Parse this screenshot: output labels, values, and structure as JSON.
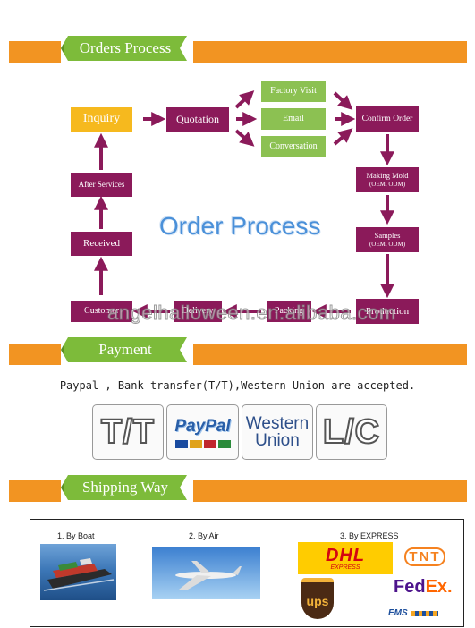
{
  "sections": {
    "orders": "Orders Process",
    "payment": "Payment",
    "shipping": "Shipping Way"
  },
  "flow": {
    "inquiry": "Inquiry",
    "quotation": "Quotation",
    "factory_visit": "Factory Visit",
    "email": "Email",
    "conversation": "Conversation",
    "confirm_order": "Confirm Order",
    "making_mold": "Making Mold",
    "making_mold_sub": "(OEM, ODM)",
    "samples": "Samples",
    "samples_sub": "(OEM, ODM)",
    "production": "Production",
    "packing": "Packing",
    "delivery": "Delivery",
    "customer": "Customer",
    "received": "Received",
    "after_services": "After Services",
    "title": "Order Process"
  },
  "watermark": "angelhalloween.en.alibaba.com",
  "payment": {
    "text": "Paypal , Bank transfer(T/T),Western Union are accepted.",
    "tt": "T/T",
    "paypal": "PayPal",
    "western_union_1": "Western",
    "western_union_2": "Union",
    "lc": "L/C"
  },
  "shipping": {
    "boat": "1. By Boat",
    "air": "2. By Air",
    "express": "3. By EXPRESS",
    "dhl": "DHL",
    "dhl_sub": "EXPRESS",
    "tnt": "TNT",
    "ups": "ups",
    "fedex_a": "Fed",
    "fedex_b": "Ex.",
    "ems": "EMS"
  },
  "colors": {
    "orange": "#f29422",
    "green": "#7dbb3a",
    "purple": "#8b1a5a",
    "yellow": "#f6b91e"
  }
}
